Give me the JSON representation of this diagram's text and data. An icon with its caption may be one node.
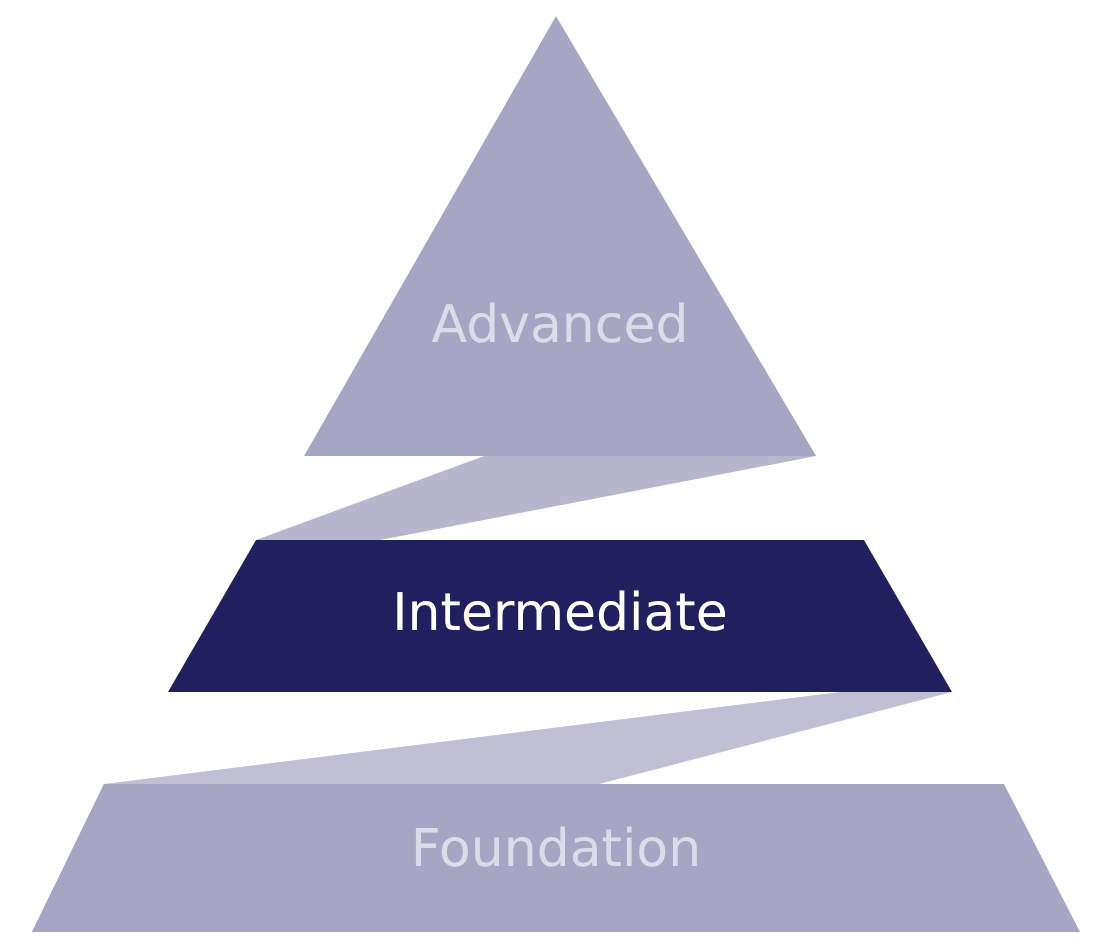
{
  "diagram": {
    "nodes": [
      {
        "text": [
          "Advanced"
        ]
      },
      {
        "text": [
          "Intermediate"
        ]
      },
      {
        "text": [
          "Foundation"
        ]
      }
    ]
  }
}
